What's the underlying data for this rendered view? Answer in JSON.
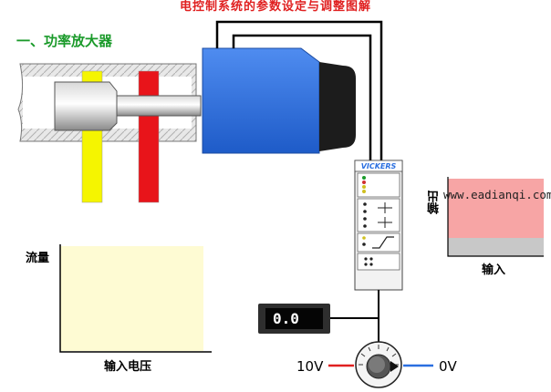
{
  "title": "电控制系统的参数设定与调整图解",
  "section_heading": "一、功率放大器",
  "brand": "VICKERS",
  "display_value": "0.0",
  "left_voltage": "10V",
  "right_voltage": "0V",
  "watermark": "www.eadianqi.com",
  "flow_graph": {
    "ylabel": "流量",
    "xlabel": "输入电压"
  },
  "io_graph": {
    "ylabel": "输出",
    "xlabel": "输入"
  },
  "colors": {
    "title": "#e02020",
    "section": "#1a9a2a",
    "solenoid": "#2a6fe0",
    "wire_hot": "#e02020",
    "wire_ground": "#2a6fe0",
    "flow_area": "#fefbd3",
    "io_output": "#f7a5a5",
    "io_base": "#c8c8c8"
  },
  "icons": [
    "knob-icon",
    "indicator-led-icon",
    "ramp-waveform-icon"
  ]
}
